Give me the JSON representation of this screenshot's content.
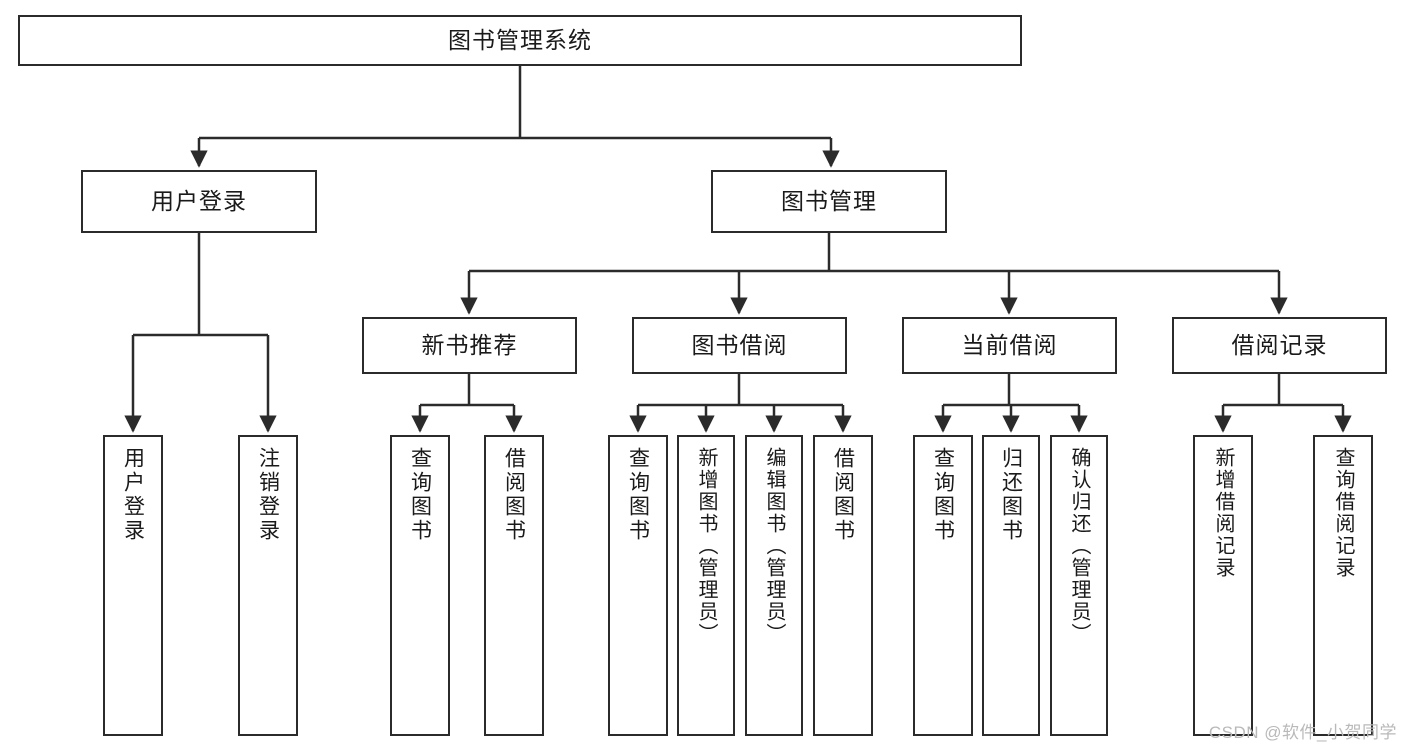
{
  "diagram": {
    "title": "图书管理系统",
    "type": "tree",
    "colors": {
      "background": "#ffffff",
      "stroke": "#2b2b2b",
      "text": "#1a1a1a",
      "watermark": "#b9b9b9"
    },
    "watermark": "CSDN @软件_小贺同学"
  },
  "nodes": {
    "root": {
      "label": "图书管理系统"
    },
    "level2": [
      {
        "id": "user-login",
        "label": "用户登录"
      },
      {
        "id": "book-manage",
        "label": "图书管理"
      }
    ],
    "level3": [
      {
        "id": "new-book-recommend",
        "label": "新书推荐"
      },
      {
        "id": "book-borrow",
        "label": "图书借阅"
      },
      {
        "id": "current-borrow",
        "label": "当前借阅"
      },
      {
        "id": "borrow-record",
        "label": "借阅记录"
      }
    ],
    "leaves": {
      "user_login": [
        {
          "id": "leaf-user-login",
          "label": "用户登录"
        },
        {
          "id": "leaf-logout-login",
          "label": "注销登录"
        }
      ],
      "new_book_recommend": [
        {
          "id": "leaf-query-book-1",
          "label": "查询图书"
        },
        {
          "id": "leaf-borrow-book-1",
          "label": "借阅图书"
        }
      ],
      "book_borrow": [
        {
          "id": "leaf-query-book-2",
          "label": "查询图书"
        },
        {
          "id": "leaf-add-book",
          "label": "新增图书（管理员）"
        },
        {
          "id": "leaf-edit-book",
          "label": "编辑图书（管理员）"
        },
        {
          "id": "leaf-borrow-book-2",
          "label": "借阅图书"
        }
      ],
      "current_borrow": [
        {
          "id": "leaf-query-book-3",
          "label": "查询图书"
        },
        {
          "id": "leaf-return-book",
          "label": "归还图书"
        },
        {
          "id": "leaf-confirm-return",
          "label": "确认归还（管理员）"
        }
      ],
      "borrow_record": [
        {
          "id": "leaf-add-record",
          "label": "新增借阅记录"
        },
        {
          "id": "leaf-query-record",
          "label": "查询借阅记录"
        }
      ]
    }
  }
}
